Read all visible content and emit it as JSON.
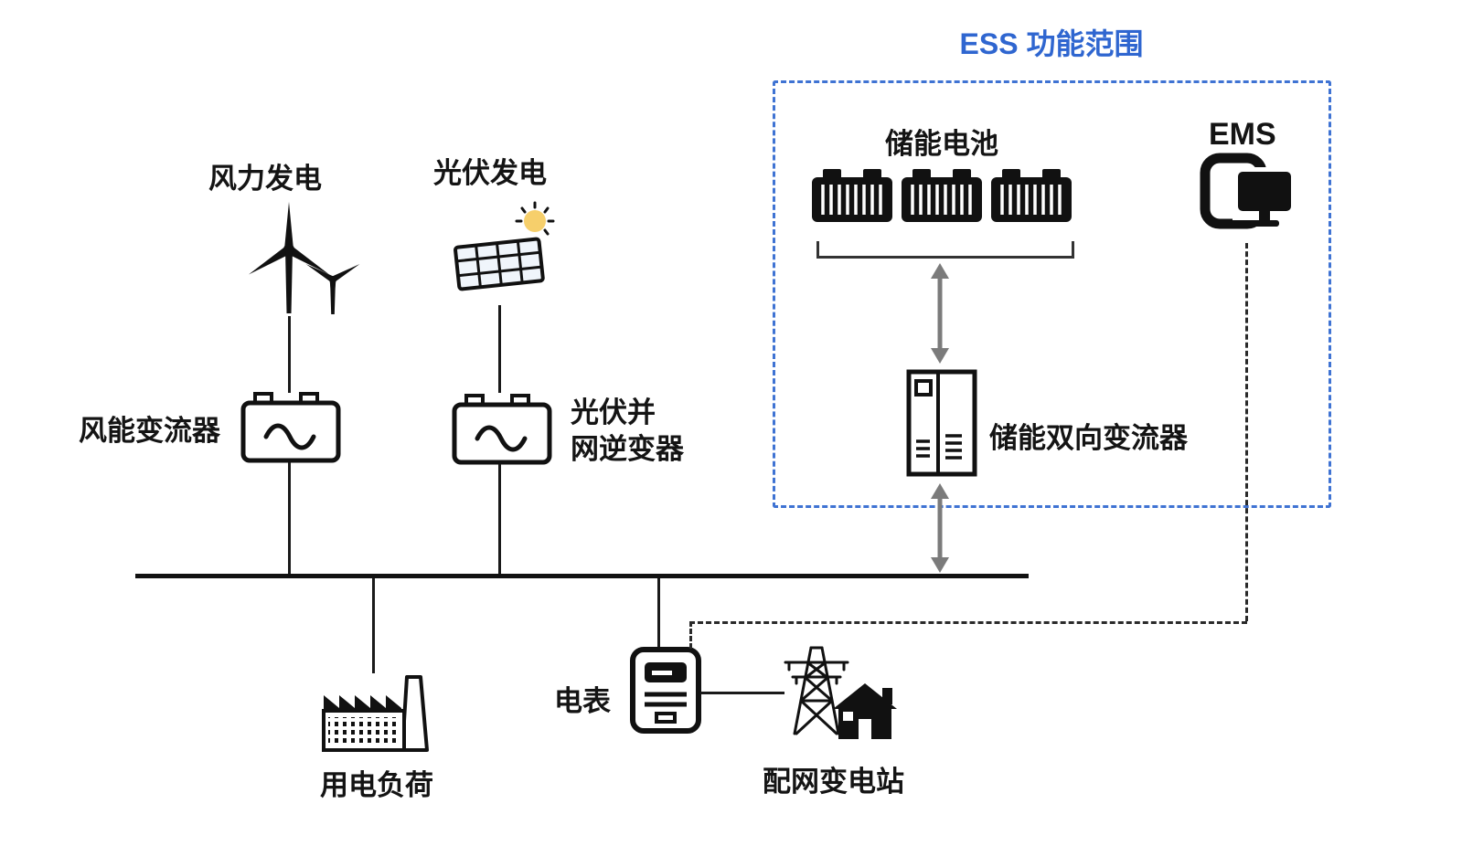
{
  "title": {
    "ess_scope": "ESS 功能范围"
  },
  "labels": {
    "wind_power": "风力发电",
    "pv_power": "光伏发电",
    "wind_converter": "风能变流器",
    "pv_inverter_l1": "光伏并",
    "pv_inverter_l2": "网逆变器",
    "storage_battery": "储能电池",
    "ems": "EMS",
    "storage_converter": "储能双向变流器",
    "load": "用电负荷",
    "meter": "电表",
    "substation": "配网变电站"
  },
  "colors": {
    "accent_blue": "#2f66d0",
    "dashed_box_blue": "#3f73d3",
    "line_black": "#1a1a1a",
    "arrow_gray": "#7b7b7b",
    "sun_yellow": "#f6cf6b"
  },
  "icons": {
    "wind_turbine": "wind-turbine-icon",
    "solar_panel": "solar-panel-sun-icon",
    "wind_converter": "converter-box-icon",
    "pv_inverter": "converter-box-icon",
    "storage_batteries": "battery-icon",
    "ems": "ems-monitor-icon",
    "storage_converter": "converter-cabinet-icon",
    "load": "factory-icon",
    "meter": "electric-meter-icon",
    "substation": "tower-house-icon"
  }
}
